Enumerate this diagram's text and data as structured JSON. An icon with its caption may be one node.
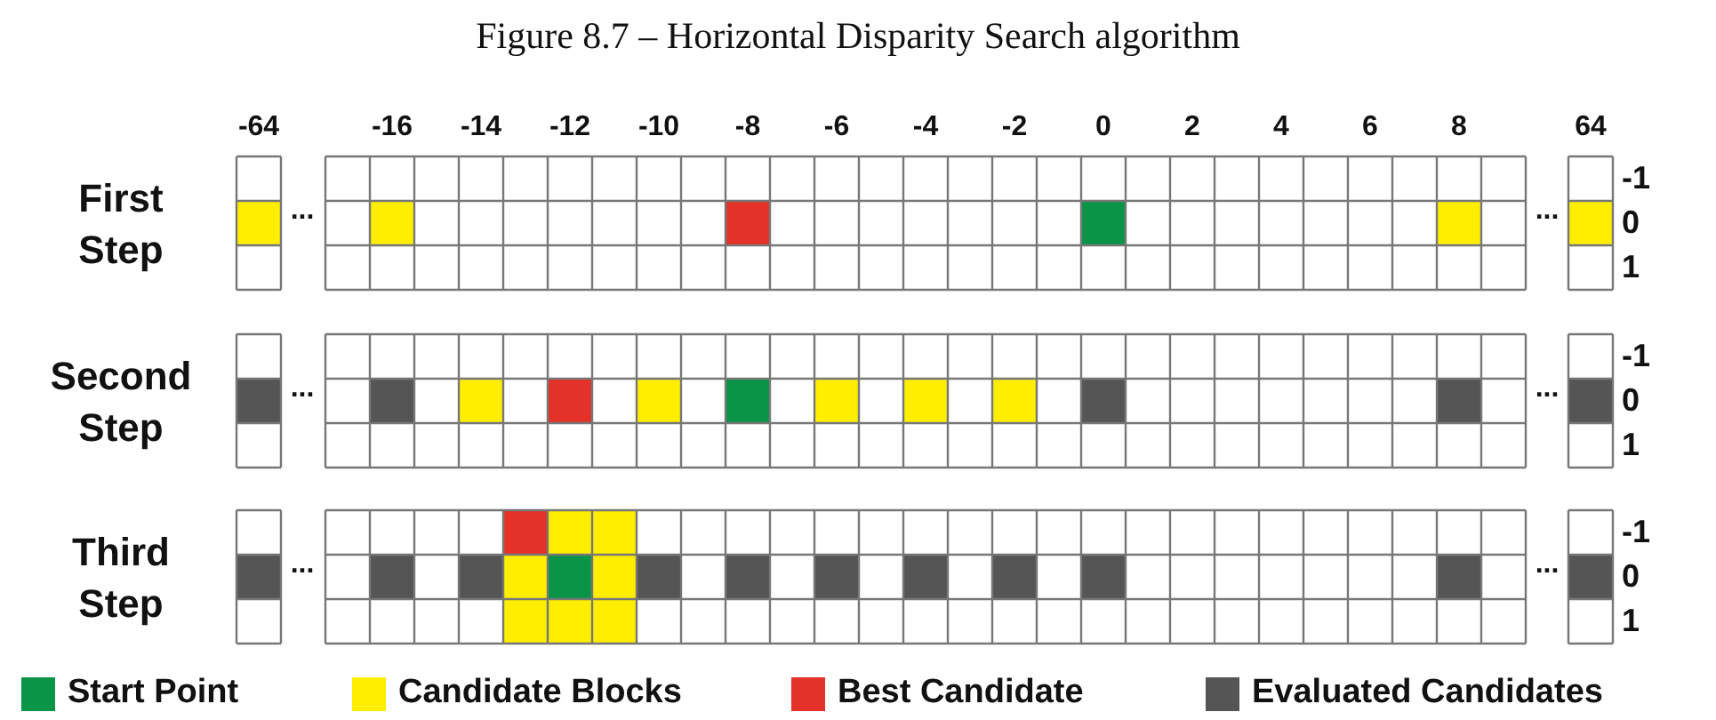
{
  "diagram": {
    "title": "Figure 8.7 – Horizontal Disparity Search algorithm",
    "labels": [
      "-64",
      "-16",
      "-14",
      "-12",
      "-10",
      "-8",
      "-6",
      "-4",
      "-2",
      "0",
      "2",
      "4",
      "6",
      "8",
      "64",
      "First Step",
      "...",
      "...",
      "-1",
      "0",
      "1",
      "Second Step",
      "...",
      "...",
      "-1",
      "0",
      "1",
      "Third Step",
      "...",
      "...",
      "-1",
      "0",
      "1"
    ],
    "legend": [
      {
        "text": "Start Point",
        "color": "#0a9447"
      },
      {
        "text": "Candidate Blocks",
        "color": "#ffee00"
      },
      {
        "text": "Best Candidate",
        "color": "#e53228"
      },
      {
        "text": "Evaluated Candidates",
        "color": "#555555"
      }
    ]
  }
}
